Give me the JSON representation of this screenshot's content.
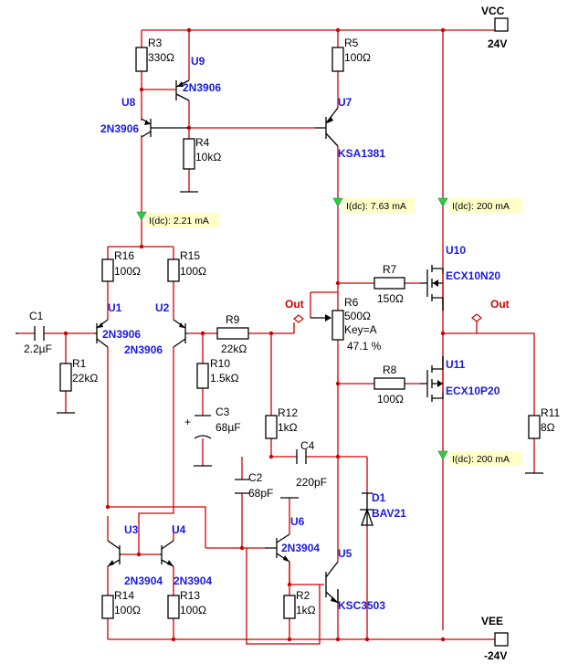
{
  "supplies": {
    "vcc_name": "VCC",
    "vcc_value": "24V",
    "vee_name": "VEE",
    "vee_value": "-24V"
  },
  "components": {
    "R3": {
      "ref": "R3",
      "value": "330Ω"
    },
    "R5": {
      "ref": "R5",
      "value": "100Ω"
    },
    "R4": {
      "ref": "R4",
      "value": "10kΩ"
    },
    "R16": {
      "ref": "R16",
      "value": "100Ω"
    },
    "R15": {
      "ref": "R15",
      "value": "100Ω"
    },
    "R1": {
      "ref": "R1",
      "value": "22kΩ"
    },
    "R9": {
      "ref": "R9",
      "value": "22kΩ"
    },
    "R10": {
      "ref": "R10",
      "value": "1.5kΩ"
    },
    "R7": {
      "ref": "R7",
      "value": "150Ω"
    },
    "R8": {
      "ref": "R8",
      "value": "100Ω"
    },
    "R12": {
      "ref": "R12",
      "value": "1kΩ"
    },
    "R2": {
      "ref": "R2",
      "value": "1kΩ"
    },
    "R14": {
      "ref": "R14",
      "value": "100Ω"
    },
    "R13": {
      "ref": "R13",
      "value": "100Ω"
    },
    "R11": {
      "ref": "R11",
      "value": "8Ω"
    },
    "R6": {
      "ref": "R6",
      "value": "500Ω",
      "key": "Key=A",
      "position": "47.1 %"
    },
    "C1": {
      "ref": "C1",
      "value": "2.2µF"
    },
    "C3": {
      "ref": "C3",
      "value": "68µF"
    },
    "C4": {
      "ref": "C4",
      "value": "220pF"
    },
    "C2": {
      "ref": "C2",
      "value": "68pF"
    },
    "D1": {
      "ref": "D1",
      "value": "BAV21"
    },
    "U9": {
      "ref": "U9",
      "part": "2N3906"
    },
    "U8": {
      "ref": "U8",
      "part": "2N3906"
    },
    "U7": {
      "ref": "U7",
      "part": "KSA1381"
    },
    "U1": {
      "ref": "U1",
      "part": "2N3906"
    },
    "U2": {
      "ref": "U2",
      "part": "2N3906"
    },
    "U3": {
      "ref": "U3",
      "part": "2N3904"
    },
    "U4": {
      "ref": "U4",
      "part": "2N3904"
    },
    "U6": {
      "ref": "U6",
      "part": "2N3904"
    },
    "U5": {
      "ref": "U5",
      "part": "KSC3503"
    },
    "U10": {
      "ref": "U10",
      "part": "ECX10N20"
    },
    "U11": {
      "ref": "U11",
      "part": "ECX10P20"
    }
  },
  "nets": {
    "out1": "Out",
    "out2": "Out"
  },
  "probes": {
    "p1": "I(dc): 2.21 mA",
    "p2": "I(dc): 7.63 mA",
    "p3": "I(dc): 200 mA",
    "p4": "I(dc): 200 mA"
  },
  "colors": {
    "wire": "#d00000",
    "label": "#1a1ae6",
    "probe_bg": "#ffffc8"
  }
}
